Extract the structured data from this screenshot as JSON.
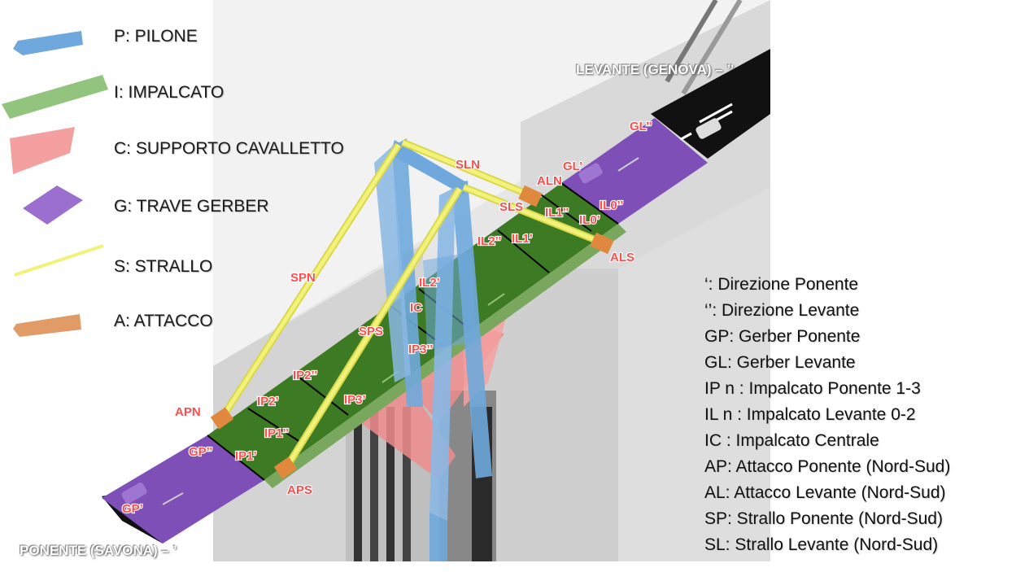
{
  "legend": [
    {
      "key": "pilone",
      "label": "P: PILONE",
      "color": "#6fa8dc"
    },
    {
      "key": "impalcato",
      "label": "I: IMPALCATO",
      "color": "#93c47d"
    },
    {
      "key": "cavalletto",
      "label": "C: SUPPORTO CAVALLETTO",
      "color": "#f4a0a0"
    },
    {
      "key": "gerber",
      "label": "G: TRAVE GERBER",
      "color": "#9b6fcf"
    },
    {
      "key": "strallo",
      "label": "S: STRALLO",
      "color": "#f2f27a"
    },
    {
      "key": "attacco",
      "label": "A: ATTACCO",
      "color": "#e09b66"
    }
  ],
  "directions": {
    "levante": "LEVANTE (GENOVA) – ’’",
    "ponente": "PONENTE (SAVONA) – ’"
  },
  "abbreviations": [
    "‘: Direzione Ponente",
    "‘’: Direzione Levante",
    "GP: Gerber Ponente",
    "GL: Gerber Levante",
    "IP n : Impalcato Ponente 1-3",
    "IL n : Impalcato Levante 0-2",
    "IC : Impalcato Centrale",
    "AP: Attacco Ponente (Nord-Sud)",
    "AL: Attacco Levante (Nord-Sud)",
    "SP: Strallo Ponente (Nord-Sud)",
    "SL: Strallo Levante (Nord-Sud)"
  ],
  "tags": {
    "gl2": "GL’’",
    "gl1": "GL’",
    "aln": "ALN",
    "sln": "SLN",
    "sls": "SLS",
    "il0b": "IL0’’",
    "il1b": "IL1’’",
    "il0a": "IL0’",
    "als": "ALS",
    "il2b": "IL2’’",
    "il1a": "IL1’",
    "spn": "SPN",
    "il2a": "IL2’",
    "ic": "IC",
    "sps": "SPS",
    "ip3b": "IP3’’",
    "ip2b": "IP2’’",
    "ip2a": "IP2’",
    "ip3a": "IP3’",
    "apn": "APN",
    "ip1b": "IP1’’",
    "gp2": "GP’’",
    "ip1a": "IP1’",
    "aps": "APS",
    "gp1": "GP’"
  }
}
